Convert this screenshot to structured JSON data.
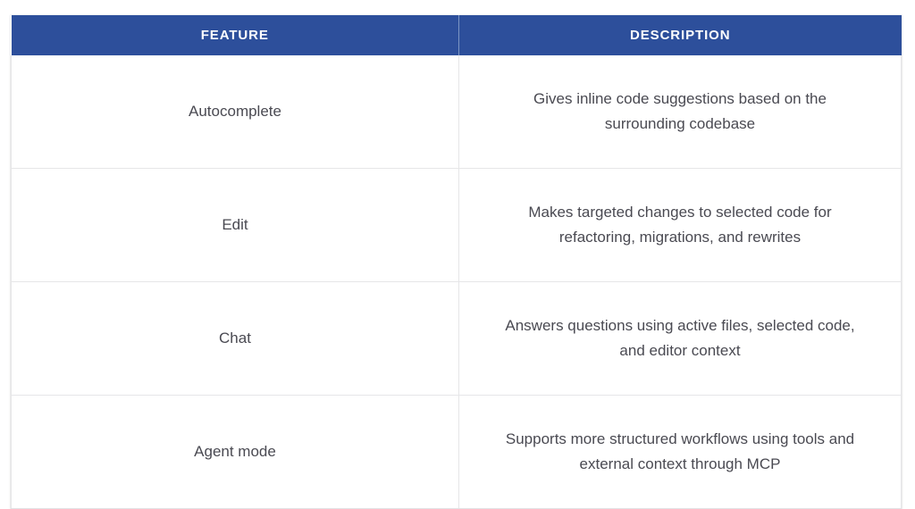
{
  "table": {
    "columns": [
      {
        "key": "feature",
        "label": "FEATURE"
      },
      {
        "key": "description",
        "label": "DESCRIPTION"
      }
    ],
    "header_background": "#2d4f9b",
    "header_text_color": "#ffffff",
    "body_text_color": "#4a4a52",
    "border_color": "#e6e6e8",
    "rows": [
      {
        "feature": "Autocomplete",
        "description": "Gives inline code suggestions based on the surrounding codebase"
      },
      {
        "feature": "Edit",
        "description": "Makes targeted changes to selected code for refactoring, migrations, and rewrites"
      },
      {
        "feature": "Chat",
        "description": "Answers questions using active files, selected code, and editor context"
      },
      {
        "feature": "Agent mode",
        "description": "Supports more structured workflows using tools and external context through MCP"
      }
    ]
  }
}
